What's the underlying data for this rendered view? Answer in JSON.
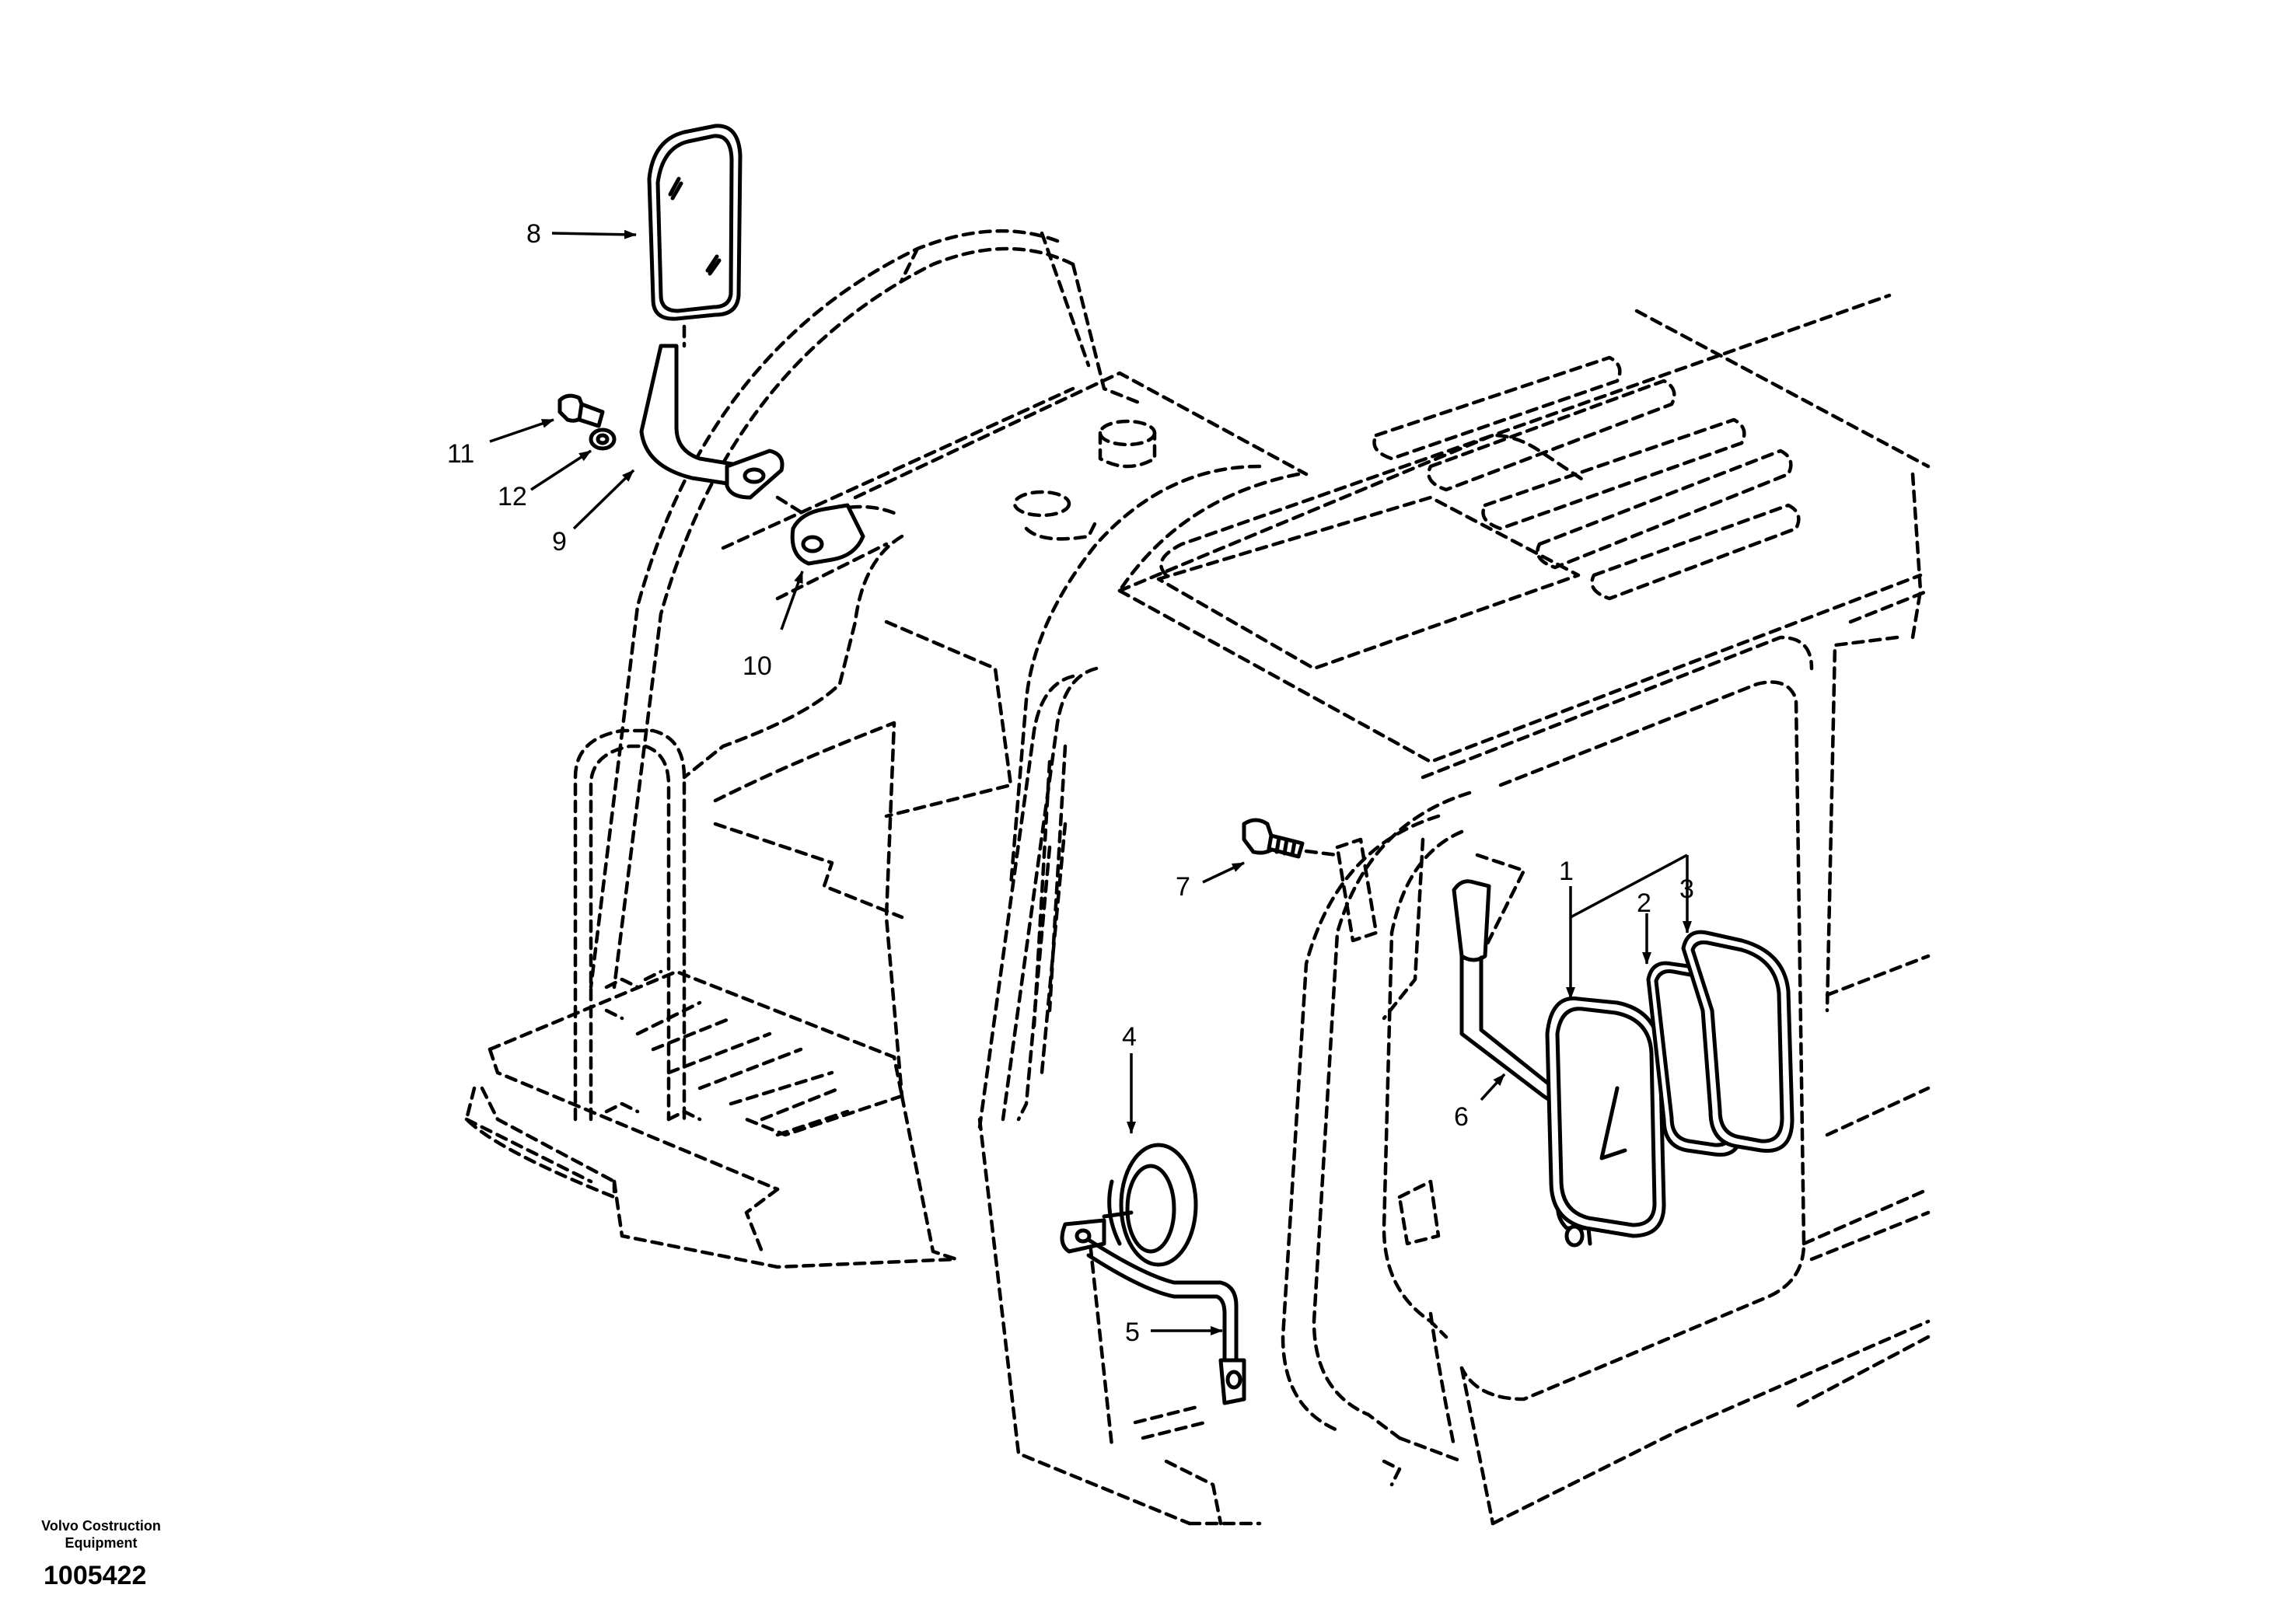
{
  "callouts": [
    {
      "id": "1",
      "label": "1"
    },
    {
      "id": "2",
      "label": "2"
    },
    {
      "id": "3",
      "label": "3"
    },
    {
      "id": "4",
      "label": "4"
    },
    {
      "id": "5",
      "label": "5"
    },
    {
      "id": "6",
      "label": "6"
    },
    {
      "id": "7",
      "label": "7"
    },
    {
      "id": "8",
      "label": "8"
    },
    {
      "id": "9",
      "label": "9"
    },
    {
      "id": "10",
      "label": "10"
    },
    {
      "id": "11",
      "label": "11"
    },
    {
      "id": "12",
      "label": "12"
    }
  ],
  "footer": {
    "company": "Volvo Costruction\nEquipment",
    "drawing_number": "1005422"
  }
}
